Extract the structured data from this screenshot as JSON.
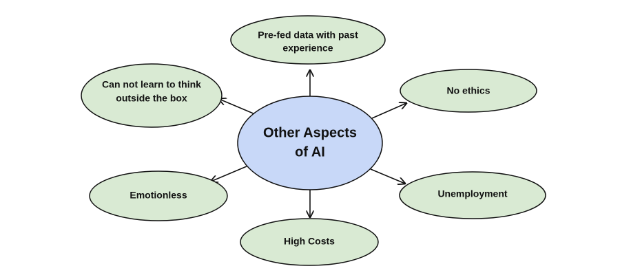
{
  "diagram": {
    "center": {
      "lines": [
        "Other Aspects",
        "of AI"
      ]
    },
    "nodes": [
      {
        "id": "pre-fed-data",
        "lines": [
          "Pre-fed data with past",
          "experience"
        ]
      },
      {
        "id": "outside-box",
        "lines": [
          "Can not learn to think",
          "outside the box"
        ]
      },
      {
        "id": "no-ethics",
        "lines": [
          "No ethics"
        ]
      },
      {
        "id": "emotionless",
        "lines": [
          "Emotionless"
        ]
      },
      {
        "id": "unemployment",
        "lines": [
          "Unemployment"
        ]
      },
      {
        "id": "high-costs",
        "lines": [
          "High Costs"
        ]
      }
    ],
    "colors": {
      "center_fill": "#c8d8f8",
      "node_fill": "#d9ead3",
      "stroke": "#111111"
    }
  }
}
